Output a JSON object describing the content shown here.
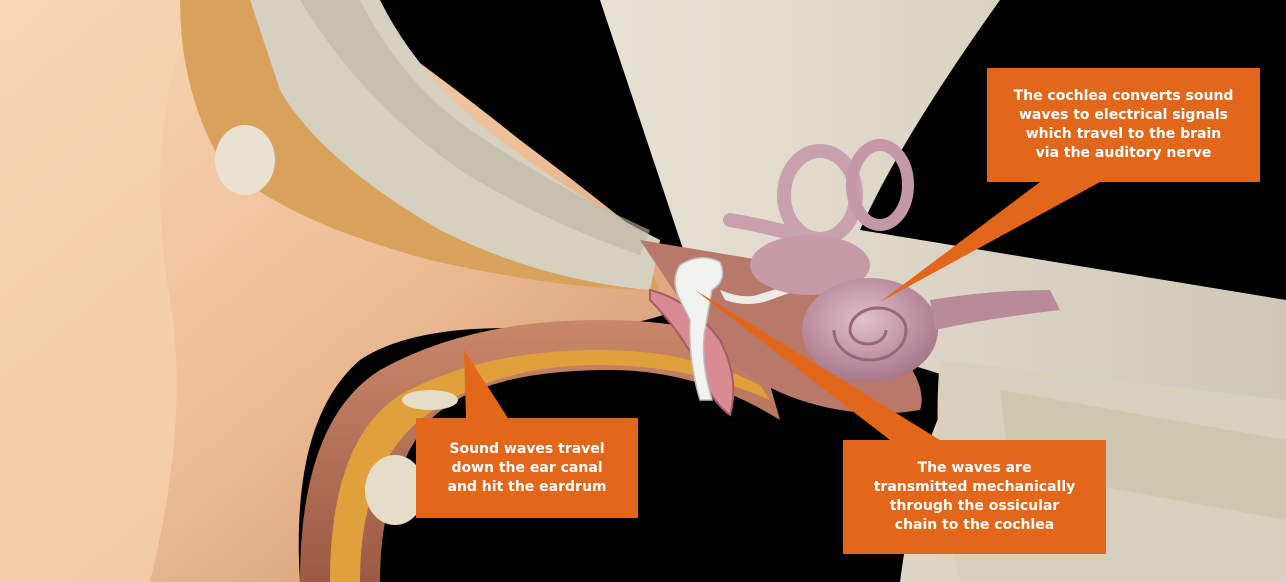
{
  "colors": {
    "background": "#000000",
    "callout_fill": "#e3671b",
    "callout_text": "#ffffff",
    "skin": "#f3cba6",
    "bone": "#d9d3c5",
    "inner_ear": "#c79aa8"
  },
  "callouts": {
    "cochlea": "The cochlea converts sound\nwaves to electrical signals\nwhich travel to the brain\nvia the auditory nerve",
    "ear_canal": "Sound waves  travel\ndown the ear canal\nand hit the eardrum",
    "ossicles": "The waves are\ntransmitted mechanically\nthrough the ossicular\nchain to the cochlea"
  }
}
